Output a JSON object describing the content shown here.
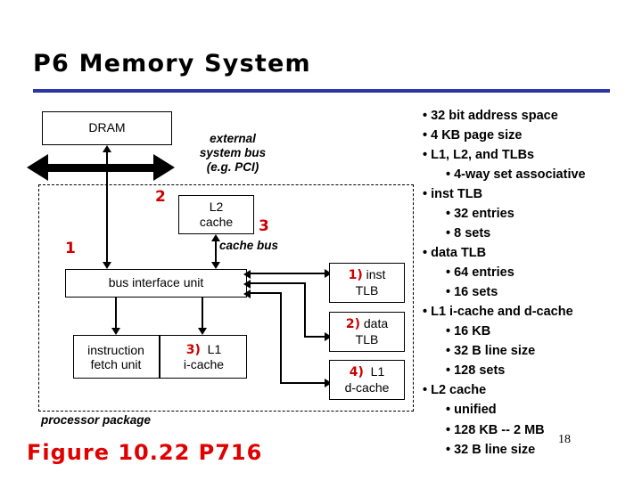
{
  "slide": {
    "title": "P6 Memory System",
    "page_number": "18",
    "figure_caption": "Figure 10.22  P716",
    "rule_color": "#2B35A8",
    "accent_red": "#CC0000",
    "caption_red": "#E00000"
  },
  "diagram": {
    "dram_box": "DRAM",
    "external_bus_label": {
      "line1": "external",
      "line2": "system bus",
      "line3": "(e.g. PCI)"
    },
    "l2_cache_box": {
      "line1": "L2",
      "line2": "cache"
    },
    "cache_bus_label": "cache bus",
    "bus_interface_unit": "bus interface unit",
    "instruction_fetch_unit": {
      "line1": "instruction",
      "line2": "fetch unit"
    },
    "l1_icache_box": {
      "marker": "3)",
      "line1": "L1",
      "line2": "i-cache"
    },
    "inst_tlb_box": {
      "marker": "1)",
      "line1": "inst",
      "line2": "TLB"
    },
    "data_tlb_box": {
      "marker": "2)",
      "line1": "data",
      "line2": "TLB"
    },
    "l1_dcache_box": {
      "marker": "4)",
      "line1": "L1",
      "line2": "d-cache"
    },
    "markers": {
      "one": "1",
      "two": "2",
      "three": "3"
    },
    "processor_package_label": "processor package"
  },
  "bullets": [
    {
      "level": 1,
      "text": "• 32 bit address space"
    },
    {
      "level": 1,
      "text": "• 4 KB page size"
    },
    {
      "level": 1,
      "text": "• L1, L2, and TLBs"
    },
    {
      "level": 2,
      "text": "• 4-way set associative"
    },
    {
      "level": 1,
      "text": "• inst TLB"
    },
    {
      "level": 2,
      "text": "• 32 entries"
    },
    {
      "level": 2,
      "text": "• 8 sets"
    },
    {
      "level": 1,
      "text": "• data TLB"
    },
    {
      "level": 2,
      "text": "• 64 entries"
    },
    {
      "level": 2,
      "text": "• 16 sets"
    },
    {
      "level": 1,
      "text": "• L1 i-cache and d-cache"
    },
    {
      "level": 2,
      "text": "• 16 KB"
    },
    {
      "level": 2,
      "text": "• 32 B line size"
    },
    {
      "level": 2,
      "text": "• 128 sets"
    },
    {
      "level": 1,
      "text": "• L2  cache"
    },
    {
      "level": 2,
      "text": "• unified"
    },
    {
      "level": 2,
      "text": "• 128 KB -- 2 MB"
    },
    {
      "level": 2,
      "text": "• 32 B line size"
    }
  ]
}
